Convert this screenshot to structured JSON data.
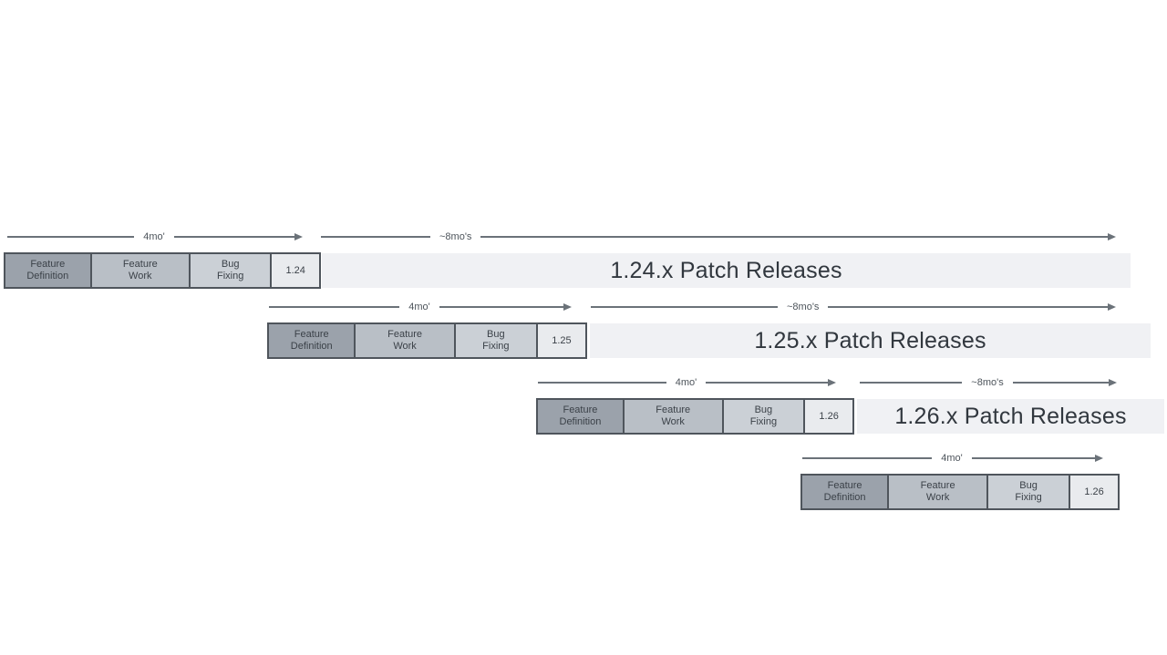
{
  "colors": {
    "background": "#ffffff",
    "feature_definition_fill": "#9ba2ab",
    "feature_work_fill": "#b9bfc6",
    "bug_fixing_fill": "#cbd0d6",
    "version_box_fill": "#e9ebee",
    "patch_bar_fill": "#f0f1f4",
    "box_border": "#4f555c",
    "arrow": "#6b7279",
    "small_text": "#4d545b",
    "large_text": "#31373e"
  },
  "rows": [
    {
      "version": "1.24",
      "cycle_duration": "4mo'",
      "patch_duration": "~8mo's",
      "phases": {
        "definition": "Feature\nDefinition",
        "work": "Feature\nWork",
        "fixing": "Bug\nFixing"
      },
      "patch_releases": "1.24.x Patch Releases"
    },
    {
      "version": "1.25",
      "cycle_duration": "4mo'",
      "patch_duration": "~8mo's",
      "phases": {
        "definition": "Feature\nDefinition",
        "work": "Feature\nWork",
        "fixing": "Bug\nFixing"
      },
      "patch_releases": "1.25.x Patch Releases"
    },
    {
      "version": "1.26",
      "cycle_duration": "4mo'",
      "patch_duration": "~8mo's",
      "phases": {
        "definition": "Feature\nDefinition",
        "work": "Feature\nWork",
        "fixing": "Bug\nFixing"
      },
      "patch_releases": "1.26.x Patch Releases"
    },
    {
      "version": "1.26",
      "cycle_duration": "4mo'",
      "phases": {
        "definition": "Feature\nDefinition",
        "work": "Feature\nWork",
        "fixing": "Bug\nFixing"
      }
    }
  ]
}
